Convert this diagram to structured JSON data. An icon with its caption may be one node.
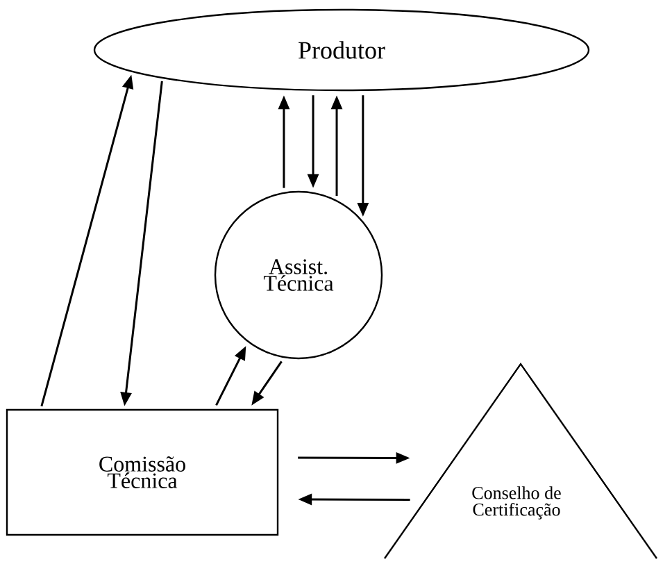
{
  "diagram": {
    "nodes": [
      {
        "text": [
          "Produtor"
        ]
      },
      {
        "text": [
          "Assist. Técnica"
        ]
      },
      {
        "text": [
          "Comissão Técnica"
        ]
      },
      {
        "text": [
          "Conselho de Certificação"
        ]
      }
    ],
    "edges": [
      {
        "from": 2,
        "to": 0,
        "arrow": "to"
      },
      {
        "from": 0,
        "to": 2,
        "arrow": "to"
      },
      {
        "from": 1,
        "to": 0,
        "arrow": "to"
      },
      {
        "from": 0,
        "to": 1,
        "arrow": "to"
      },
      {
        "from": 1,
        "to": 0,
        "arrow": "to"
      },
      {
        "from": 0,
        "to": 1,
        "arrow": "to"
      },
      {
        "from": 2,
        "to": 1,
        "arrow": "to"
      },
      {
        "from": 1,
        "to": 2,
        "arrow": "to"
      },
      {
        "from": 2,
        "to": 3,
        "arrow": "to"
      },
      {
        "from": 3,
        "to": 2,
        "arrow": "to"
      }
    ]
  }
}
